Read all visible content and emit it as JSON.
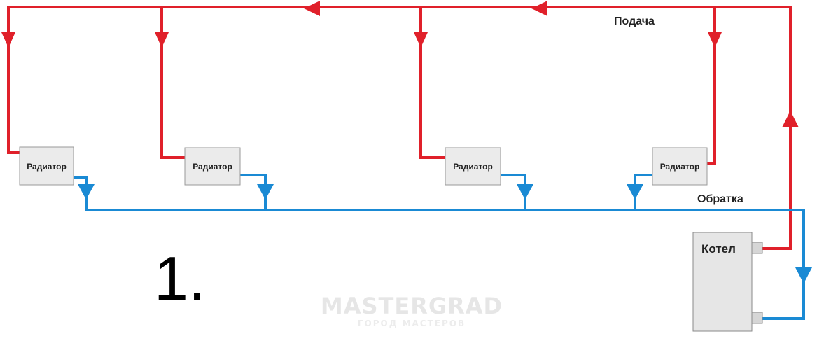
{
  "labels": {
    "supply": "Подача",
    "return": "Обратка",
    "boiler": "Котел",
    "scheme_number": "1."
  },
  "radiators": [
    {
      "label": "Радиатор"
    },
    {
      "label": "Радиатор"
    },
    {
      "label": "Радиатор"
    },
    {
      "label": "Радиатор"
    }
  ],
  "watermark": {
    "main": "MASTERGRAD",
    "sub": "ГОРОД МАСТЕРОВ"
  },
  "colors": {
    "supply_pipe": "#e0202a",
    "return_pipe": "#1a8ad4",
    "radiator_fill": "#ebebeb",
    "radiator_border": "#9a9a9a",
    "boiler_fill": "#e6e6e6",
    "boiler_border": "#8a8a8a"
  }
}
